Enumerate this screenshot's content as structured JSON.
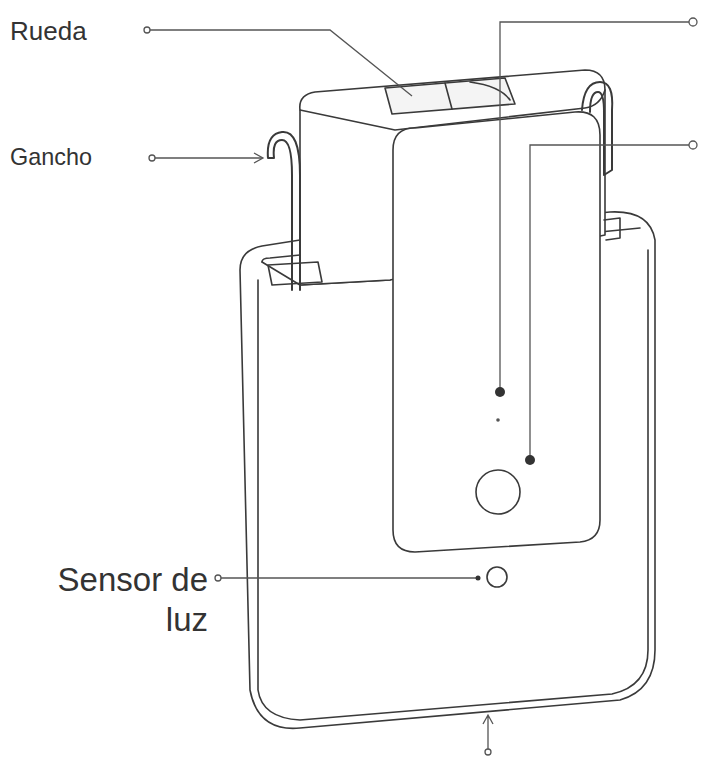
{
  "diagram": {
    "labels": [
      "Rueda",
      "Gancho",
      "Sensor de luz"
    ]
  }
}
